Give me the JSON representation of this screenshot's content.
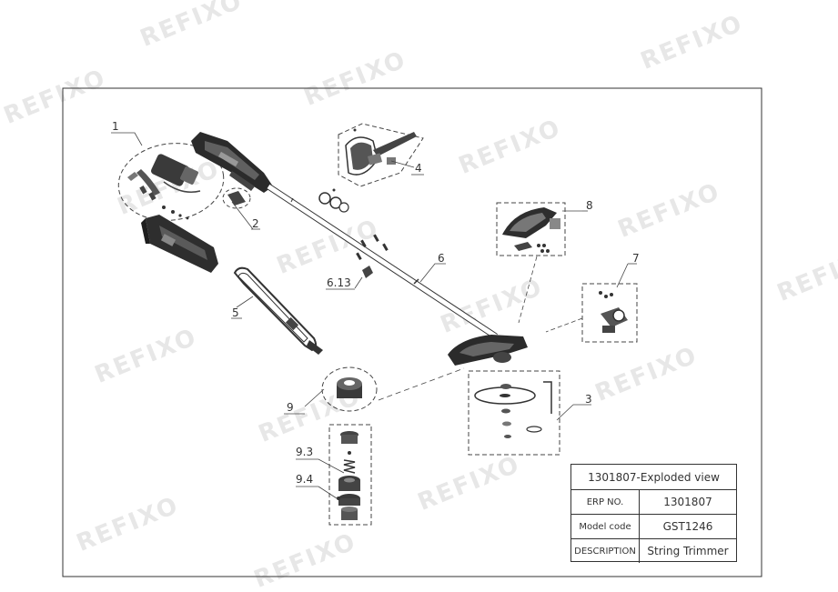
{
  "watermark": {
    "text": "REFIXO",
    "color": "#e7e7e7"
  },
  "callouts": {
    "c1": "1",
    "c2": "2",
    "c3": "3",
    "c4": "4",
    "c5": "5",
    "c6": "6",
    "c7": "7",
    "c8": "8",
    "c9": "9",
    "c9_3": "9.3",
    "c9_4": "9.4",
    "c6_13": "6.13"
  },
  "title_block": {
    "header": "1301807-Exploded view",
    "erp_label": "ERP NO.",
    "erp_value": "1301807",
    "model_label": "Model code",
    "model_value": "GST1246",
    "desc_label": "DESCRIPTION",
    "desc_value": "String Trimmer"
  },
  "colors": {
    "line": "#333333",
    "part_dark": "#2b2b2b",
    "part_light": "#ffffff"
  }
}
